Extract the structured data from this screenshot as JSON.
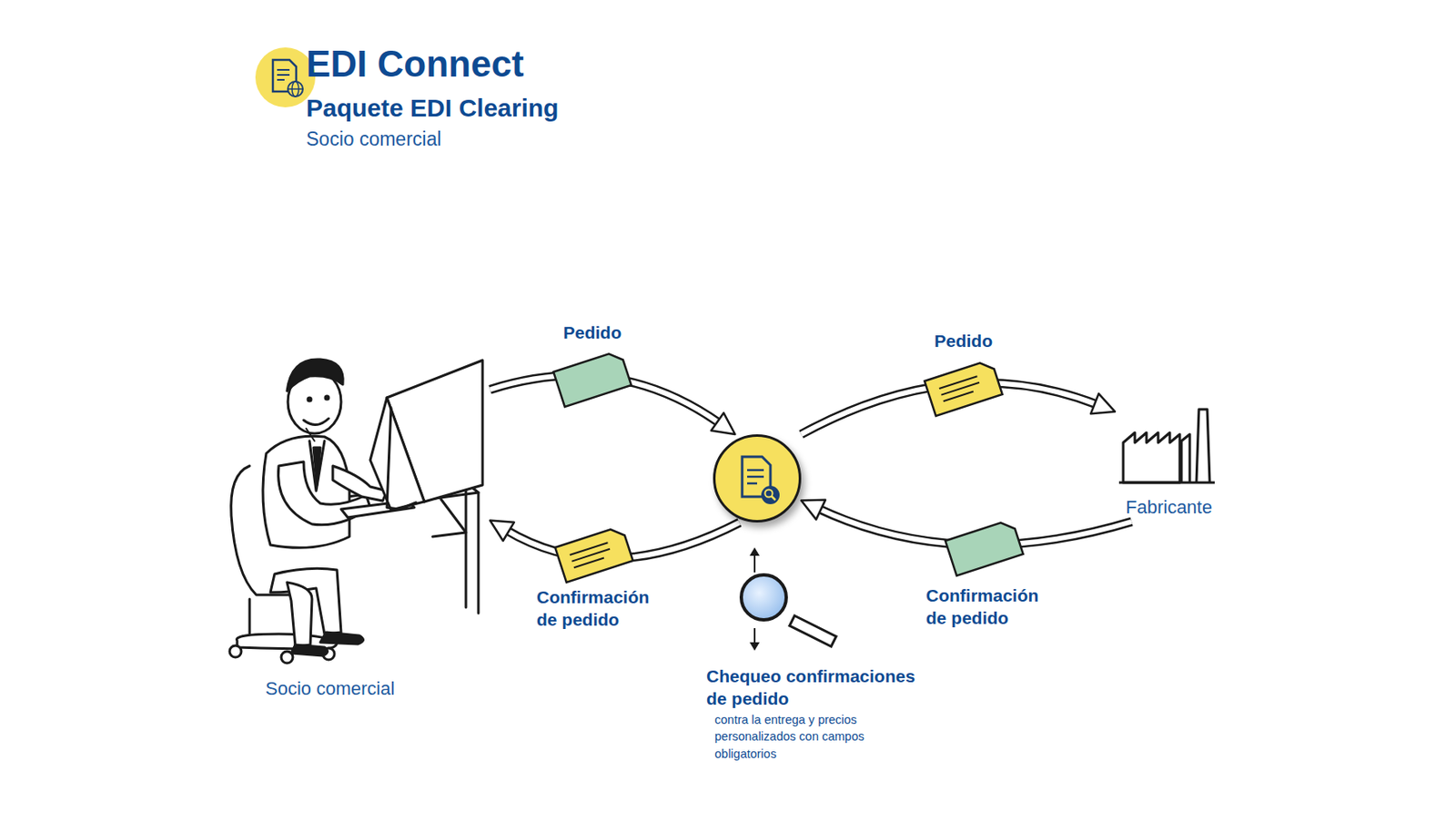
{
  "diagram": {
    "title": "EDI Connect",
    "nodes": [
      {
        "text": [
          "Socio comercial"
        ]
      },
      {
        "text": [
          "Chequeo confirmaciones de pedido",
          "contra la entrega y precios personalizados con campos obligatorios"
        ]
      },
      {
        "text": [
          "Fabricante"
        ]
      }
    ],
    "edges": [
      {
        "from": 0,
        "to": 1,
        "label": "Pedido",
        "arrow": "to"
      },
      {
        "from": 1,
        "to": 2,
        "label": "Pedido",
        "arrow": "to"
      },
      {
        "from": 2,
        "to": 1,
        "label": "Confirmación de pedido",
        "arrow": "to"
      },
      {
        "from": 1,
        "to": 0,
        "label": "Confirmación de pedido",
        "arrow": "to"
      }
    ],
    "labels": [
      "Paquete EDI Clearing",
      "Socio comercial"
    ]
  }
}
